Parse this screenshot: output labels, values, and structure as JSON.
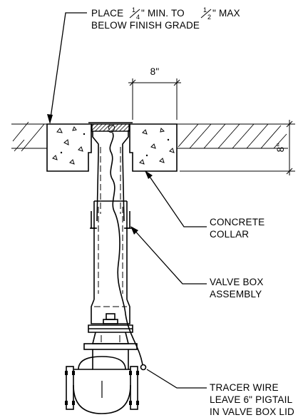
{
  "notes": {
    "grade": {
      "line1_prefix": "PLACE",
      "frac1_num": "1",
      "frac1_den": "4",
      "line1_mid": "\" MIN. TO",
      "frac2_num": "1",
      "frac2_den": "2",
      "line1_suffix": "\" MAX",
      "line2": "BELOW FINISH GRADE"
    },
    "collar": {
      "line1": "CONCRETE",
      "line2": "COLLAR"
    },
    "valve_box": {
      "line1": "VALVE BOX",
      "line2": "ASSEMBLY"
    },
    "tracer": {
      "line1": "TRACER WIRE",
      "line2": "LEAVE 6\" PIGTAIL",
      "line3": "IN VALVE BOX LID"
    }
  },
  "dimensions": {
    "collar_width": "8\"",
    "collar_depth": "8\""
  }
}
